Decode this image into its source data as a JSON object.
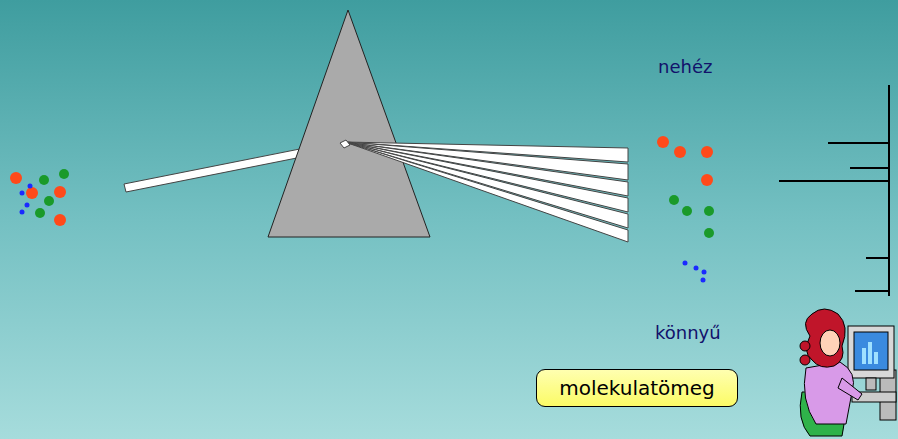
{
  "diagram": {
    "nodes": [
      {
        "text": [
          "molekulatömeg"
        ]
      }
    ],
    "labels": [
      "nehéz",
      "könnyű"
    ]
  }
}
